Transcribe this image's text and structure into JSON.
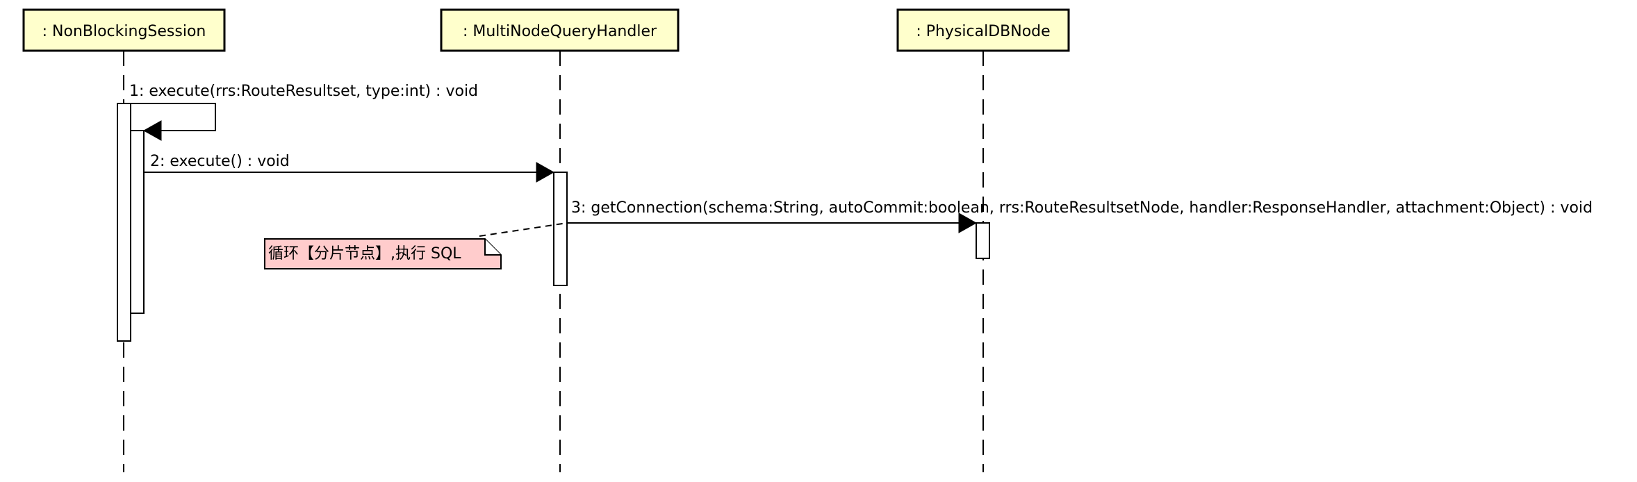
{
  "diagram": {
    "type": "sequence",
    "lifelines": [
      {
        "id": "session",
        "label": ": NonBlockingSession",
        "head_fill": "#ffffcc"
      },
      {
        "id": "handler",
        "label": ": MultiNodeQueryHandler",
        "head_fill": "#ffffcc"
      },
      {
        "id": "dbnode",
        "label": ": PhysicalDBNode",
        "head_fill": "#ffffcc"
      }
    ],
    "messages": [
      {
        "id": "m1",
        "from": "session",
        "to": "session",
        "label": "1: execute(rrs:RouteResultset, type:int) : void",
        "kind": "synchronous-self-call"
      },
      {
        "id": "m2",
        "from": "session",
        "to": "handler",
        "label": "2: execute() : void",
        "kind": "synchronous-call"
      },
      {
        "id": "m3",
        "from": "handler",
        "to": "dbnode",
        "label": "3: getConnection(schema:String, autoCommit:boolean, rrs:RouteResultsetNode, handler:ResponseHandler, attachment:Object) : void",
        "kind": "synchronous-call"
      }
    ],
    "note": {
      "text": "循环【分片节点】,执行 SQL",
      "attached_to": "m3",
      "fill": "#ffcccc"
    }
  }
}
